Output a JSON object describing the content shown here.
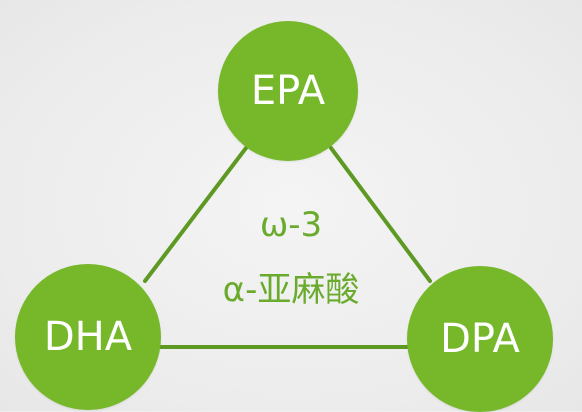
{
  "diagram": {
    "nodes": {
      "epa": {
        "label": "EPA"
      },
      "dha": {
        "label": "DHA"
      },
      "dpa": {
        "label": "DPA"
      }
    },
    "center": {
      "line1": "ω-3",
      "line2": "α-亚麻酸"
    }
  },
  "colors": {
    "node_fill": "#76b82a",
    "connector": "#5e9a23",
    "center_text": "#6aab2e",
    "background": "#efefef"
  }
}
